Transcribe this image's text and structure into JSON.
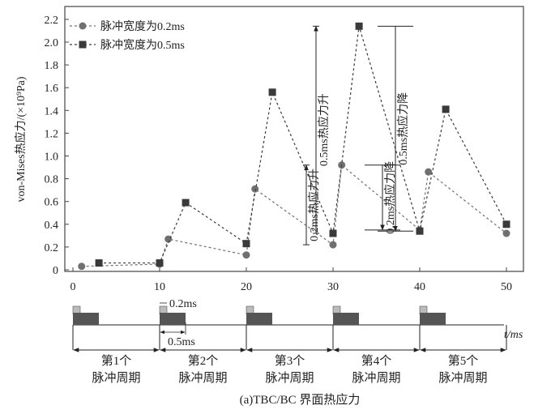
{
  "chart_data": {
    "type": "line",
    "title": "",
    "ylabel": "von-Mises热应力/(×10⁹Pa)",
    "xlabel": "",
    "xlim": [
      0,
      52
    ],
    "ylim": [
      0,
      2.25
    ],
    "x_ticks": [
      0,
      10,
      20,
      30,
      40,
      50
    ],
    "y_ticks": [
      0,
      0.2,
      0.4,
      0.6,
      0.8,
      1.0,
      1.2,
      1.4,
      1.6,
      1.8,
      2.0,
      2.2
    ],
    "legend_position": "top-left",
    "series": [
      {
        "name": "脉冲宽度为0.2ms",
        "marker": "circle",
        "color": "#707070",
        "points": [
          [
            1,
            0.03
          ],
          [
            10,
            0.05
          ],
          [
            11,
            0.27
          ],
          [
            20,
            0.13
          ],
          [
            21,
            0.71
          ],
          [
            30,
            0.22
          ],
          [
            31,
            0.92
          ],
          [
            40,
            0.35
          ],
          [
            41,
            0.86
          ],
          [
            50,
            0.32
          ]
        ]
      },
      {
        "name": "脉冲宽度为0.5ms",
        "marker": "square",
        "color": "#3a3a3a",
        "points": [
          [
            3,
            0.06
          ],
          [
            10,
            0.06
          ],
          [
            13,
            0.59
          ],
          [
            20,
            0.23
          ],
          [
            23,
            1.56
          ],
          [
            30,
            0.32
          ],
          [
            33,
            2.14
          ],
          [
            40,
            0.34
          ],
          [
            43,
            1.41
          ],
          [
            50,
            0.4
          ]
        ]
      }
    ],
    "annotations": [
      {
        "text": "0.2ms热应力升",
        "y_from": 0.22,
        "y_to": 0.92
      },
      {
        "text": "0.2ms热应力降",
        "y_from": 0.92,
        "y_to": 0.35
      },
      {
        "text": "0.5ms热应力升",
        "y_from": 0.32,
        "y_to": 2.14
      },
      {
        "text": "0.5ms热应力降",
        "y_from": 2.14,
        "y_to": 0.34
      }
    ],
    "timeline": {
      "axis_label": "t/ms",
      "pulse_labels": [
        "0.2ms",
        "0.5ms"
      ],
      "periods": [
        {
          "line1": "第1个",
          "line2": "脉冲周期"
        },
        {
          "line1": "第2个",
          "line2": "脉冲周期"
        },
        {
          "line1": "第3个",
          "line2": "脉冲周期"
        },
        {
          "line1": "第4个",
          "line2": "脉冲周期"
        },
        {
          "line1": "第5个",
          "line2": "脉冲周期"
        }
      ]
    },
    "caption": "(a)TBC/BC 界面热应力"
  }
}
